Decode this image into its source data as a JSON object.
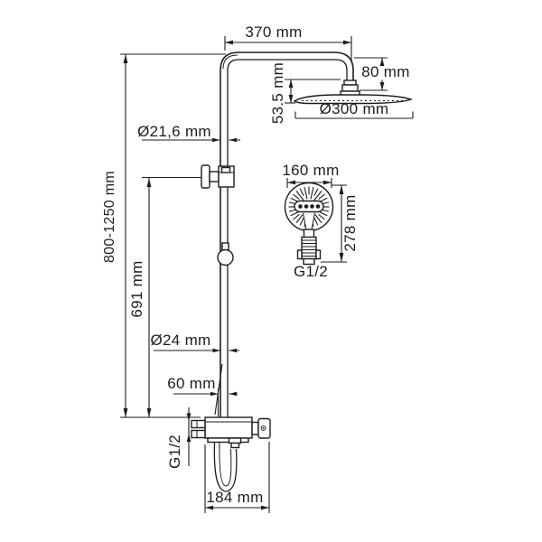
{
  "colors": {
    "line": "#1d1d1b",
    "background": "#ffffff"
  },
  "dims": {
    "arm_length": "370 mm",
    "head_offset": "80 mm",
    "head_thickness": "53.5 mm",
    "head_diameter": "Ø300 mm",
    "upper_pipe_diameter": "Ø21,6 mm",
    "column_height_range": "800-1250 mm",
    "slide_bar_height": "691 mm",
    "hand_shower_width": "160 mm",
    "hand_shower_length": "278 mm",
    "hand_shower_thread": "G1/2",
    "lower_pipe_diameter": "Ø24 mm",
    "spout_offset": "60 mm",
    "inlet_thread": "G1/2",
    "mixer_width": "184 mm"
  }
}
